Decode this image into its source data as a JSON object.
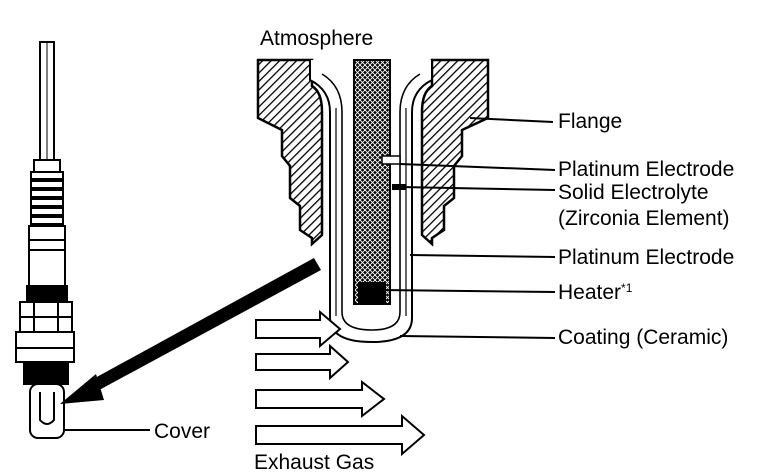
{
  "labels": {
    "atmosphere": "Atmosphere",
    "flange": "Flange",
    "platinum_electrode_inner": "Platinum Electrode",
    "solid_electrolyte": "Solid Electrolyte",
    "zirconia_element": "(Zirconia Element)",
    "platinum_electrode_outer": "Platinum Electrode",
    "heater": "Heater",
    "heater_footnote": "*1",
    "coating": "Coating (Ceramic)",
    "cover": "Cover",
    "exhaust_gas": "Exhaust Gas"
  },
  "colors": {
    "ink": "#000000",
    "paper": "#ffffff"
  }
}
